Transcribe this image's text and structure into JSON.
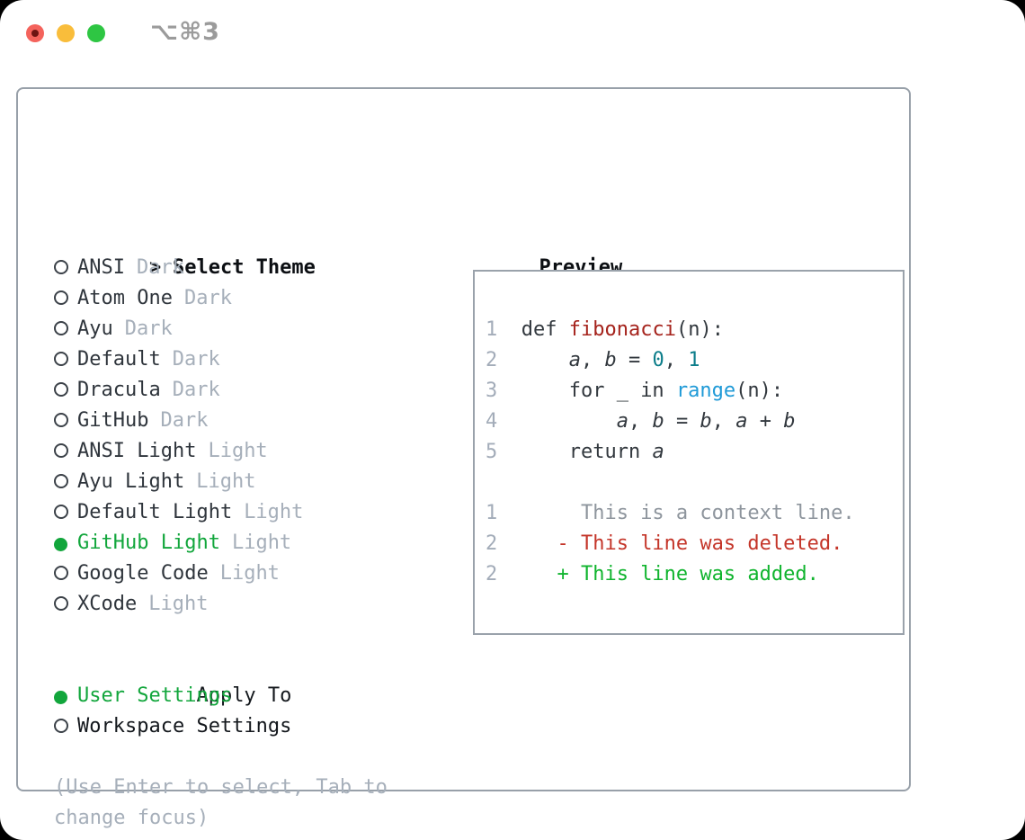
{
  "titlebar": {
    "title": "⌥⌘3",
    "traffic_lights": [
      "close",
      "minimize",
      "zoom"
    ]
  },
  "colors": {
    "selection_green": "#12a63c",
    "muted_gray": "#a6afba",
    "dark_text": "#2f353c",
    "panel_border": "#98a0a9",
    "function_red": "#a5231c",
    "number_teal": "#0c7d8a",
    "builtin_blue": "#1f9ad7",
    "diff_deleted_red": "#c43529",
    "diff_added_green": "#10b42e",
    "line_number_gray": "#a3acb9"
  },
  "theme_panel": {
    "cursor": ">",
    "header": "Select Theme",
    "items": [
      {
        "name": "ANSI",
        "variant": "Dark",
        "selected": false
      },
      {
        "name": "Atom One",
        "variant": "Dark",
        "selected": false
      },
      {
        "name": "Ayu",
        "variant": "Dark",
        "selected": false
      },
      {
        "name": "Default",
        "variant": "Dark",
        "selected": false
      },
      {
        "name": "Dracula",
        "variant": "Dark",
        "selected": false
      },
      {
        "name": "GitHub",
        "variant": "Dark",
        "selected": false
      },
      {
        "name": "ANSI Light",
        "variant": "Light",
        "selected": false
      },
      {
        "name": "Ayu Light",
        "variant": "Light",
        "selected": false
      },
      {
        "name": "Default Light",
        "variant": "Light",
        "selected": false
      },
      {
        "name": "GitHub Light",
        "variant": "Light",
        "selected": true
      },
      {
        "name": "Google Code",
        "variant": "Light",
        "selected": false
      },
      {
        "name": "XCode",
        "variant": "Light",
        "selected": false
      }
    ],
    "apply_to": {
      "header": "Apply To",
      "options": [
        {
          "label": "User Settings",
          "selected": true
        },
        {
          "label": "Workspace Settings",
          "selected": false
        }
      ]
    },
    "hint_lines": [
      "(Use Enter to select, Tab to",
      "change focus)"
    ]
  },
  "preview": {
    "header": "Preview",
    "code_lines": [
      {
        "num": "1",
        "tokens": [
          {
            "t": "  def ",
            "c": "text"
          },
          {
            "t": "fibonacci",
            "c": "function"
          },
          {
            "t": "(n):",
            "c": "text"
          }
        ]
      },
      {
        "num": "2",
        "tokens": [
          {
            "t": "      ",
            "c": "text"
          },
          {
            "t": "a",
            "c": "variable"
          },
          {
            "t": ", ",
            "c": "text"
          },
          {
            "t": "b",
            "c": "variable"
          },
          {
            "t": " = ",
            "c": "text"
          },
          {
            "t": "0",
            "c": "number"
          },
          {
            "t": ", ",
            "c": "text"
          },
          {
            "t": "1",
            "c": "number"
          }
        ]
      },
      {
        "num": "3",
        "tokens": [
          {
            "t": "      for _ in ",
            "c": "text"
          },
          {
            "t": "range",
            "c": "builtin"
          },
          {
            "t": "(n):",
            "c": "text"
          }
        ]
      },
      {
        "num": "4",
        "tokens": [
          {
            "t": "          ",
            "c": "text"
          },
          {
            "t": "a",
            "c": "variable"
          },
          {
            "t": ", ",
            "c": "text"
          },
          {
            "t": "b",
            "c": "variable"
          },
          {
            "t": " = ",
            "c": "text"
          },
          {
            "t": "b",
            "c": "variable"
          },
          {
            "t": ", ",
            "c": "text"
          },
          {
            "t": "a",
            "c": "variable"
          },
          {
            "t": " + ",
            "c": "text"
          },
          {
            "t": "b",
            "c": "variable"
          }
        ]
      },
      {
        "num": "5",
        "tokens": [
          {
            "t": "      return ",
            "c": "text"
          },
          {
            "t": "a",
            "c": "variable"
          }
        ]
      }
    ],
    "diff_lines": [
      {
        "num": "1",
        "tokens": [
          {
            "t": "       This is a context line.",
            "c": "context"
          }
        ]
      },
      {
        "num": "2",
        "tokens": [
          {
            "t": "     - This line was deleted.",
            "c": "deleted"
          }
        ]
      },
      {
        "num": "2",
        "tokens": [
          {
            "t": "     + This line was added.",
            "c": "added"
          }
        ]
      }
    ]
  }
}
